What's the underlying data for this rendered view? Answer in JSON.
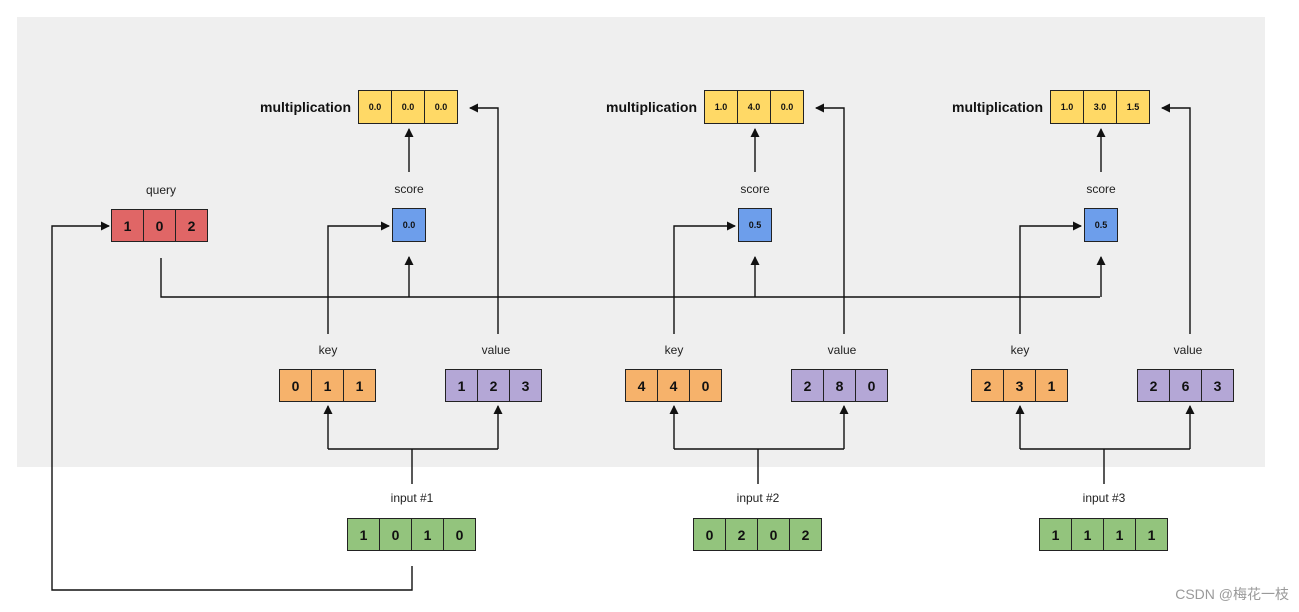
{
  "colors": {
    "query": "#e06666",
    "key": "#f6b26b",
    "value": "#b4a7d6",
    "input": "#93c47d",
    "score": "#6d9eeb",
    "multiplication": "#ffd966",
    "panel": "#efefef",
    "wire": "#111111"
  },
  "query": {
    "label": "query",
    "values": [
      "1",
      "0",
      "2"
    ]
  },
  "blocks": [
    {
      "input_label": "input #1",
      "input": [
        "1",
        "0",
        "1",
        "0"
      ],
      "key_label": "key",
      "key": [
        "0",
        "1",
        "1"
      ],
      "value_label": "value",
      "value": [
        "1",
        "2",
        "3"
      ],
      "score_label": "score",
      "score": "0.0",
      "mult_label": "multiplication",
      "mult": [
        "0.0",
        "0.0",
        "0.0"
      ]
    },
    {
      "input_label": "input #2",
      "input": [
        "0",
        "2",
        "0",
        "2"
      ],
      "key_label": "key",
      "key": [
        "4",
        "4",
        "0"
      ],
      "value_label": "value",
      "value": [
        "2",
        "8",
        "0"
      ],
      "score_label": "score",
      "score": "0.5",
      "mult_label": "multiplication",
      "mult": [
        "1.0",
        "4.0",
        "0.0"
      ]
    },
    {
      "input_label": "input #3",
      "input": [
        "1",
        "1",
        "1",
        "1"
      ],
      "key_label": "key",
      "key": [
        "2",
        "3",
        "1"
      ],
      "value_label": "value",
      "value": [
        "2",
        "6",
        "3"
      ],
      "score_label": "score",
      "score": "0.5",
      "mult_label": "multiplication",
      "mult": [
        "1.0",
        "3.0",
        "1.5"
      ]
    }
  ],
  "watermark": "CSDN @梅花一枝"
}
